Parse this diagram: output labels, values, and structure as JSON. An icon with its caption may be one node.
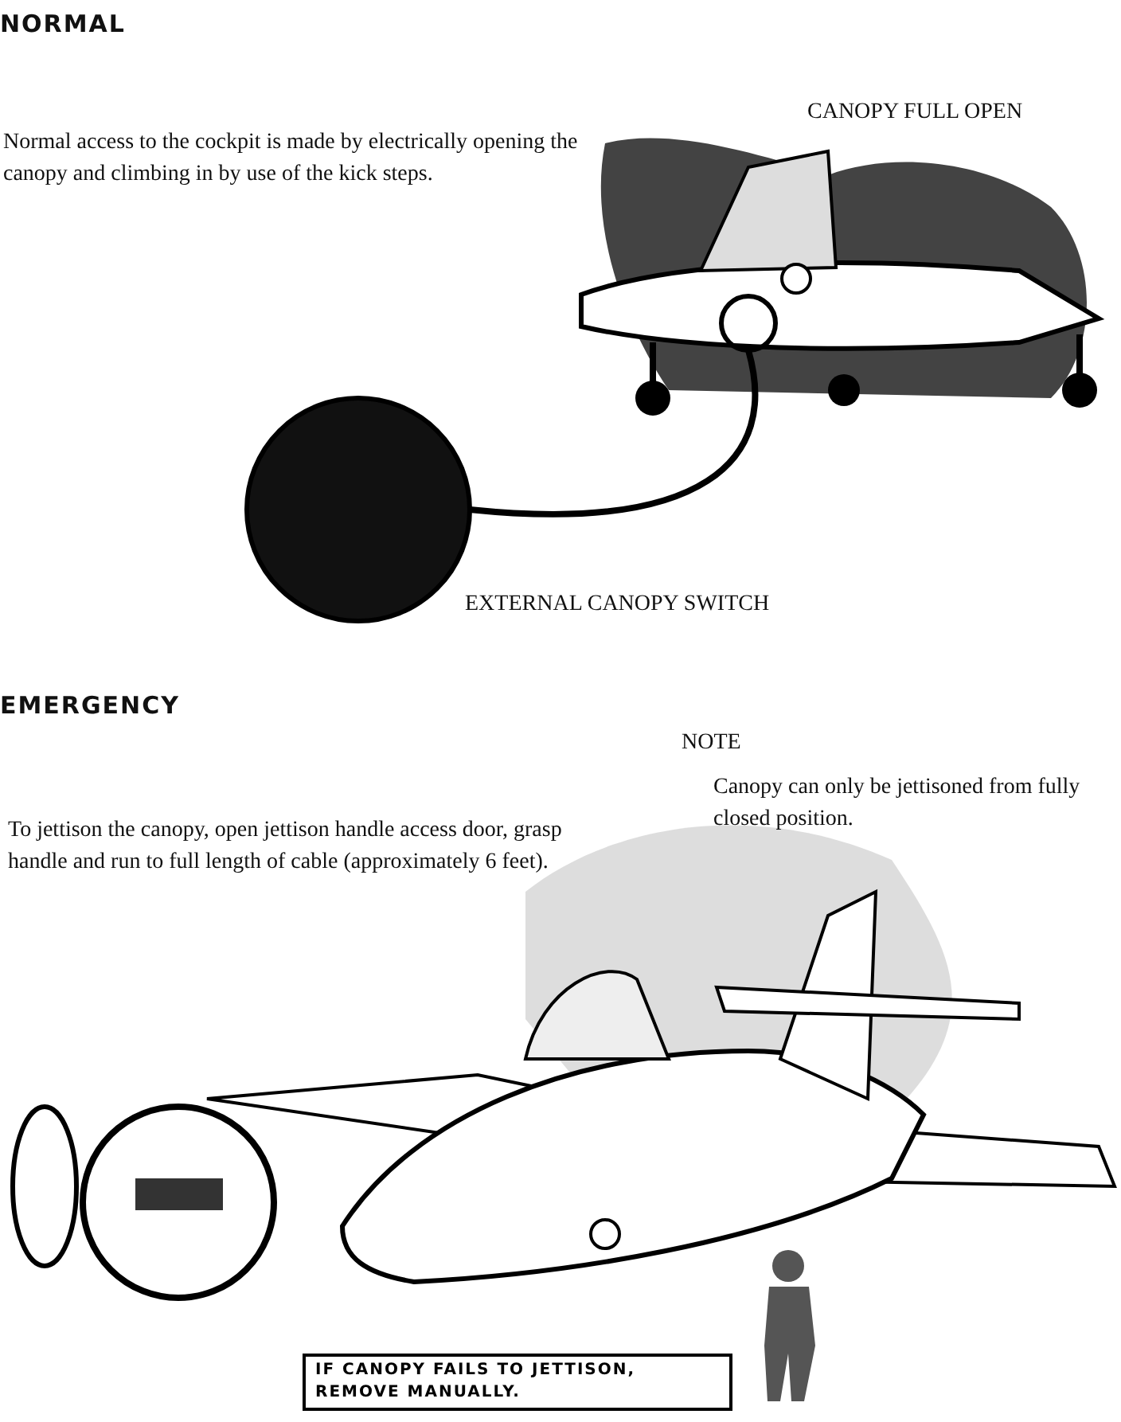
{
  "diagram": {
    "nodes": [
      {
        "text": [],
        "shape": "circle"
      },
      {
        "text": [],
        "shape": "circle",
        "beside": [
          "EXTERNAL CANOPY SWITCH"
        ]
      },
      {
        "text": [
          "IF CANOPY FAILS TO JETTISON, REMOVE MANUALLY."
        ]
      }
    ],
    "edges": [
      {
        "from": 0,
        "to": 1,
        "arrow": "none"
      }
    ],
    "labels": [
      "NORMAL",
      "CANOPY FULL OPEN",
      "Normal access to the cockpit is made by electrically opening the canopy and climbing in by use of the kick steps.",
      "EMERGENCY",
      "NOTE",
      "Canopy can only be jettisoned from fully closed position.",
      "To jettison the canopy, open jettison handle access door, grasp handle and run to full length of cable (approximately 6 feet)."
    ]
  }
}
